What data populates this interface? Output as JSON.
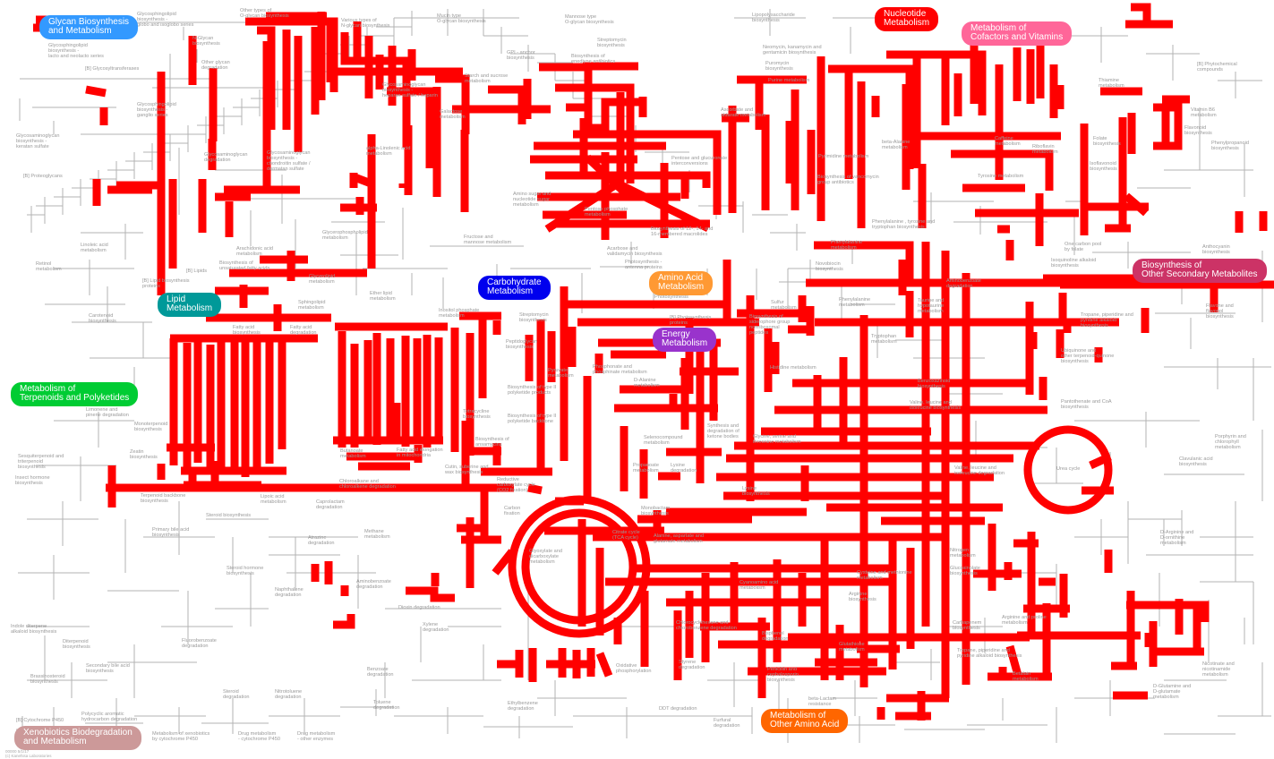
{
  "map": {
    "highlight_color": "#ff0000",
    "base_line_color": "#b3b3b3",
    "categories": [
      {
        "label": "Glycan Biosynthesis\nand Metabolism",
        "color": "#3399ff"
      },
      {
        "label": "Nucleotide\nMetabolism",
        "color": "#ff0000"
      },
      {
        "label": "Metabolism of\nCofactors and Vitamins",
        "color": "#ff6699"
      },
      {
        "label": "Carbohydrate\nMetabolism",
        "color": "#0000ee"
      },
      {
        "label": "Amino Acid\nMetabolism",
        "color": "#ff9933"
      },
      {
        "label": "Lipid\nMetabolism",
        "color": "#009999"
      },
      {
        "label": "Energy\nMetabolism",
        "color": "#9933cc"
      },
      {
        "label": "Biosynthesis of\nOther Secondary Metabolites",
        "color": "#cc3366"
      },
      {
        "label": "Metabolism of\nTerpenoids and Polyketides",
        "color": "#00cc33"
      },
      {
        "label": "Metabolism of\nOther Amino Acid",
        "color": "#ff6600"
      },
      {
        "label": "Xenobiotics Biodegradation\nand Metabolism",
        "color": "#cc9999"
      }
    ],
    "pathways": [
      "Glycosphingolipid\nbiosynthesis -\nglobo and isoglobo series",
      "Other types of\nO-glycan biosynthesis",
      "Various types of\nN-glycan biosynthesis",
      "Mucin type\nO-glycan biosynthesis",
      "Mannose type\nO-glycan biosynthesis",
      "Lipopolysaccharide\nbiosynthesis",
      "N-Glycan\nbiosynthesis",
      "Glycosphingolipid\nbiosynthesis -\nlacto and neolacto series",
      "[B] Glycosyltransferases",
      "Other glycan\ndegradation",
      "Streptomycin\nbiosynthesis",
      "GPI - anchor\nbiosynthesis",
      "Biosynthesis of\nenediyne antibiotics",
      "Neomycin, kanamycin and\ngentamicin biosynthesis",
      "Puromycin\nbiosynthesis",
      "Purine metabolism",
      "Thiamine\nmetabolism",
      "[B] Phytochemical\ncompounds",
      "Glycosaminoglycan\nbiosynthesis -\nheparan sulfate / heparin",
      "Starch and sucrose\nmetabolism",
      "Glycosphingolipid\nbiosynthesis -\nganglio series",
      "Galactose\nmetabolism",
      "Ascorbate and\naldarate metabolism",
      "Vitamin B6\nmetabolism",
      "Flavonoid\nbiosynthesis",
      "Phenylpropanoid\nbiosynthesis",
      "Glycosaminoglycan\nbiosynthesis -\nkeratan sulfate",
      "Glycosaminoglycan\nbiosynthesis -\nchondroitin sulfate /\ndermatan sulfate",
      "Glycosaminoglycan\ndegradation",
      "alpha-Linolenic acid\nmetabolism",
      "Amino sugar and\nnucleotide sugar\nmetabolism",
      "Pentose and glucuronate\ninterconversions",
      "beta-Alanine\nmetabolism",
      "Caffeine\nmetabolism",
      "Riboflavin\nmetabolism",
      "Folate\nbiosynthesis",
      "Isoflavonoid\nbiosynthesis",
      "[B] Proteoglycans",
      "Pyrimidine metabolism",
      "Biosynthesis of vancomycin\ngroup antibiotics",
      "Tyrosine metabolism",
      "Pentose phosphate\nmetabolism",
      "Phenylalanine , tyrosine and\ntryptophan biosynthesis",
      "Linoleic acid\nmetabolism",
      "Arachidonic acid\nmetabolism",
      "Glycerophospholipid\nmetabolism",
      "Fructose and\nmannose metabolism",
      "Biosynthesis of 12-, 14- and\n16-membered macrolides",
      "Phenylalanine\nmetabolism",
      "One carbon pool\nby folate",
      "Anthocyanin\nbiosynthesis",
      "Retinol\nmetabolism",
      "[B] Lipids",
      "Biosynthesis of\nunsaturated fatty acids",
      "Acarbose and\nvalidamycin biosynthesis",
      "Photosynthesis -\nantenna proteins",
      "Novobiocin\nbiosynthesis",
      "Isoquinoline alkaloid\nbiosynthesis",
      "[B] Lipid biosynthesis\nproteins",
      "Glycerolipid\nmetabolism",
      "Photosynthesis",
      "Sulfur\nmetabolism",
      "Aminobenzoate\ndegradation",
      "Streptomycin\nbiosynthesis",
      "Ether lipid\nmetabolism",
      "Sphingolipid\nmetabolism",
      "Inositol phosphate\nmetabolism",
      "Phenylalanine\nmetabolism",
      "Taurine and\nhypotaurine\nmetabolism",
      "Tropane, piperidine and\npyridine alkaloid\nbiosynthesis",
      "Flavone and\nflavonol\nbiosynthesis",
      "Carotenoid\nbiosynthesis",
      "Fatty acid\nbiosynthesis",
      "Fatty acid\ndegradation",
      "[B] Photosynthesis\nproteins",
      "Biosynthesis of\nsiderophore group\nnonribosomal\npeptides",
      "Tryptophan\nmetabolism",
      "Peptidoglycan\nbiosynthesis",
      "Pyruvate\nmetabolism",
      "Phosphonate and\nphosphinate metabolism",
      "Histidine metabolism",
      "Ubiquinone and\nother terpenoid-quinone\nbiosynthesis",
      "Biosynthesis of type II\npolyketide products",
      "D-Alanine\nmetabolism",
      "Benzoxazinoid\nbiosynthesis",
      "Limonene and\npinene degradation",
      "Tetracycline\nbiosynthesis",
      "Biosynthesis of type II\npolyketide backbone",
      "Synthesis and\ndegradation of\nketone bodies",
      "Valine, leucine and\nisoleucine biosynthesis",
      "Pantothenate and CoA\nbiosynthesis",
      "Monoterpenoid\nbiosynthesis",
      "Biosynthesis of\nansamycins",
      "Selenocompound\nmetabolism",
      "Glycine, serine and\nthreonine metabolism",
      "Porphyrin and\nchlorophyll\nmetabolism",
      "Zeatin\nbiosynthesis",
      "Butanoate\nmetabolism",
      "Fatty acid elongation\nin mitochondria",
      "Propanoate\nmetabolism",
      "Lysine\ndegradation",
      "Valine, leucine and\nisoleucine degradation",
      "Urea cycle",
      "Clavulanic acid\nbiosynthesis",
      "Sesquiterpenoid and\ntriterpenoid\nbiosynthesis",
      "Cutin, suberine and\nwax biosynthesis",
      "Insect hormone\nbiosynthesis",
      "Chloroalkane and\nchloroalkene degradation",
      "Reductive\ncarboxylate cycle\n(CO2 fixation)",
      "Lysine\nbiosynthesis",
      "Terpenoid backbone\nbiosynthesis",
      "Lipoic acid\nmetabolism",
      "Caprolactam\ndegradation",
      "Carbon\nfixation",
      "Citrate cycle\n(TCA cycle)",
      "Steroid biosynthesis",
      "Primary bile acid\nbiosynthesis",
      "Atrazine\ndegradation",
      "Methane\nmetabolism",
      "Glyoxylate and\ndicarboxylate\nmetabolism",
      "Alanine, aspartate and\nglutamate metabolism",
      "D-Arginine and\nD-ornithine\nmetabolism",
      "Steroid hormone\nbiosynthesis",
      "Monobactam\nbiosynthesis",
      "Nitrogen\nmetabolism",
      "Glucosinolate\nbiosynthesis",
      "Cysteine and methionine\nmetabolism",
      "Naphthalene\ndegradation",
      "Aminobenzoate\ndegradation",
      "Cyanoamino acid\nmetabolism",
      "Arginine\nbiosynthesis",
      "Dioxin degradation",
      "Indole diterpene\nalkaloid biosynthesis",
      "Xylene\ndegradation",
      "Chlorocyclohexane and\nchlorobenzene degradation",
      "Bisphenol\ndegradation",
      "Carbapenem\nbiosynthesis",
      "Arginine and proline\nmetabolism",
      "Diterpenoid\nbiosynthesis",
      "Fluorobenzoate\ndegradation",
      "Glutathione\nmetabolism",
      "Tropane, piperidine and\npyridine alkaloid biosynthesis",
      "Nicotinate and\nnicotinamide\nmetabolism",
      "Secondary bile acid\nbiosynthesis",
      "Oxidative\nphosphorylation",
      "Styrene\ndegradation",
      "Benzoate\ndegradation",
      "Penicillin and\ncephalosporin\nbiosynthesis",
      "Brassinosteroid\nbiosynthesis",
      "Betalain\nmetabolism",
      "D-Glutamine and\nD-glutamate\nmetabolism",
      "Steroid\ndegradation",
      "Nitrotoluene\ndegradation",
      "Toluene\ndegradation",
      "Ethylbenzene\ndegradation",
      "beta-Lactam\nresistance",
      "Polycyclic aromatic\nhydrocarbon degradation",
      "DDT degradation",
      "[B] Cytochrome P450",
      "Metabolism of xenobiotics\nby cytochrome P450",
      "Drug metabolism\n- cytochrome P450",
      "Drug metabolism\n- other enzymes",
      "Furfural\ndegradation"
    ],
    "footer": [
      "00000 5/1/17",
      "(c) Kanehisa Laboratories"
    ]
  }
}
